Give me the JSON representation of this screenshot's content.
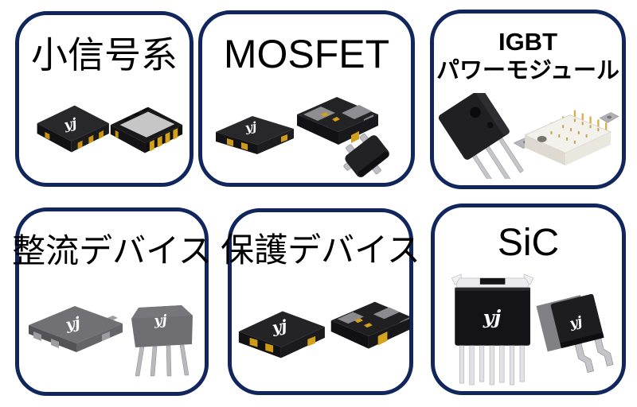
{
  "page": {
    "description": "Semiconductor product category selector grid",
    "background": "#ffffff"
  },
  "colors": {
    "card_border": "#10265c",
    "title_text": "#000000",
    "chip_body_black": "#1d1d1f",
    "gold_pad": "#d2a01b",
    "silver_lead": "#c6c6ca",
    "rectifier_gray": "#6e6e72",
    "module_white": "#f3f1ec",
    "thermal_pad_gray": "#c6c6c6"
  },
  "logo_text": "yj",
  "cards": [
    {
      "id": "small-signal",
      "label": "小信号系",
      "illustration": "dfn-package-top-and-bottom-view"
    },
    {
      "id": "mosfet",
      "label": "MOSFET",
      "illustration": "smd-mosfet-packages-and-sot-23"
    },
    {
      "id": "igbt-power-module",
      "label_line1": "IGBT",
      "label_line2": "パワーモジュール",
      "illustration": "to-247-package-and-white-power-module"
    },
    {
      "id": "rectifier-devices",
      "label": "整流デバイス",
      "illustration": "smd-bridge-and-gbu-bridge-rectifier"
    },
    {
      "id": "protection-devices",
      "label": "保護デバイス",
      "illustration": "protection-diode-packages-top-and-bottom-view"
    },
    {
      "id": "sic",
      "label": "SiC",
      "illustration": "to-247-7l-and-to-263-packages"
    }
  ]
}
